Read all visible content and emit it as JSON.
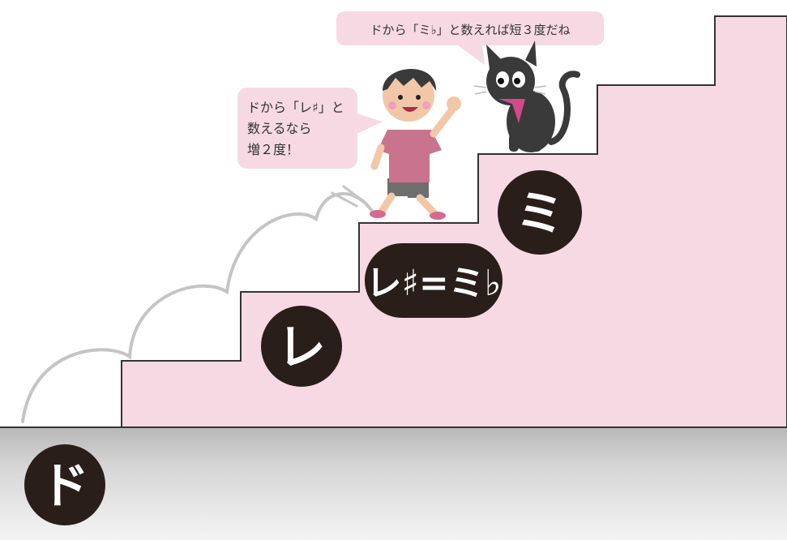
{
  "colors": {
    "stairs_fill": "#f7d9e3",
    "stairs_line": "#333333",
    "note_disc": "#2a1e1a",
    "bubble": "#f7d9e3",
    "floor_top": "#bdbdbd",
    "floor_bottom": "#f2f2f2",
    "jump_arc": "#c0c0c0"
  },
  "notes": {
    "do": "ド",
    "re": "レ",
    "re_sharp_mi_flat": "レ♯=ミ♭",
    "mi": "ミ"
  },
  "speech": {
    "cat": "ドから「ミ♭」と数えれば短３度だね",
    "boy_line1": "ドから「レ♯」と",
    "boy_line2": "数えるなら",
    "boy_line3": "増２度！"
  },
  "characters": [
    "boy",
    "black-cat"
  ]
}
